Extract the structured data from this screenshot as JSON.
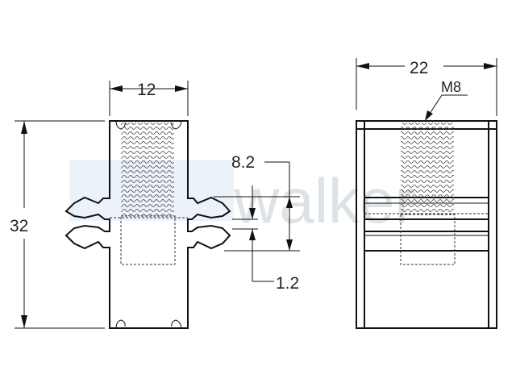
{
  "watermark": {
    "text": "walker",
    "box_color": "#dce8f5"
  },
  "front_view": {
    "dim_width": "12",
    "dim_height": "32",
    "dim_slot_pitch": "8.2",
    "dim_slot_gap": "1.2"
  },
  "side_view": {
    "dim_width": "22",
    "dim_thread": "M8"
  },
  "colors": {
    "line": "#111111",
    "hidden_line": "#333333"
  }
}
